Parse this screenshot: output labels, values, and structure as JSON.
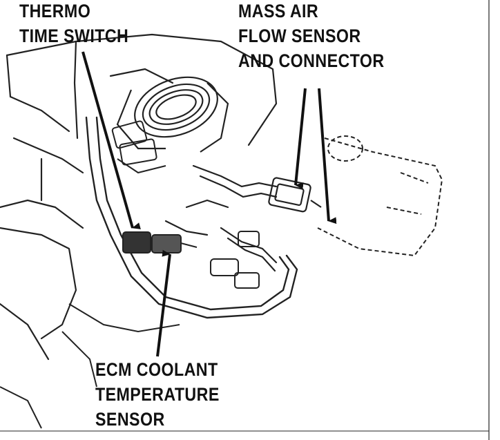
{
  "callouts": {
    "thermo_time_switch": {
      "line1": "THERMO",
      "line2": "TIME SWITCH"
    },
    "mass_air_flow_sensor": {
      "line1": "MASS AIR",
      "line2": "FLOW SENSOR",
      "line3": "AND CONNECTOR"
    },
    "ecm_coolant_temperature_sensor": {
      "line1": "ECM COOLANT",
      "line2": "TEMPERATURE",
      "line3": "SENSOR"
    }
  },
  "colors": {
    "ink": "#111111",
    "background": "#ffffff"
  }
}
